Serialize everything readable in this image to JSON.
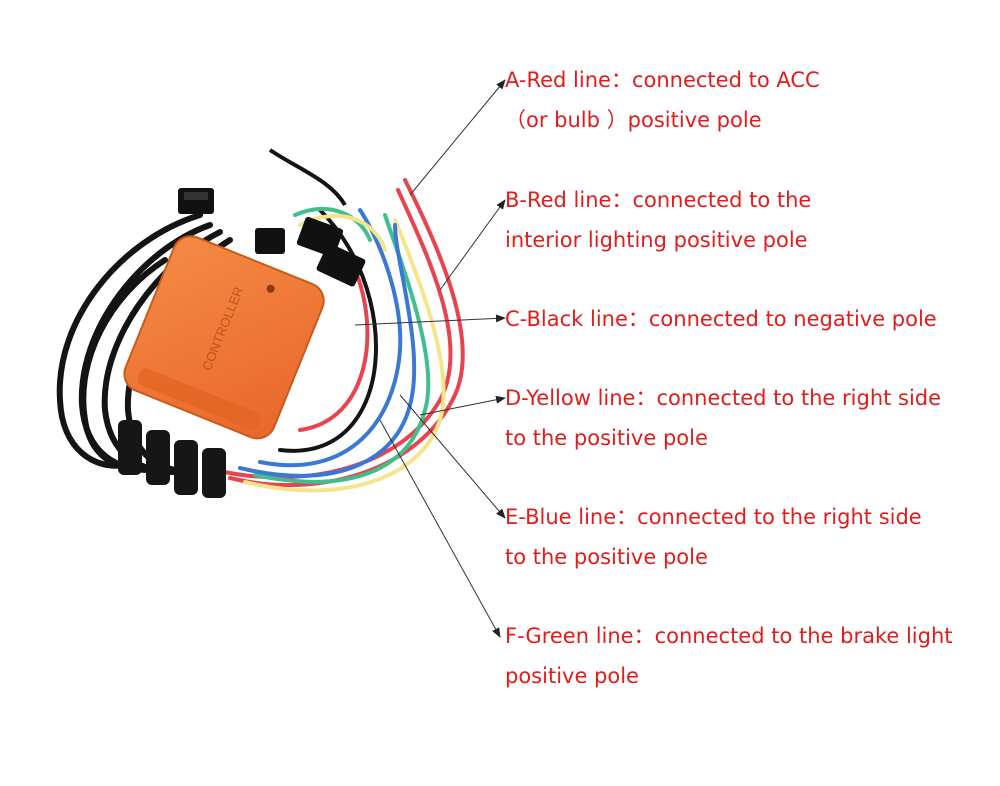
{
  "controller": {
    "case_text": "CONTROLLER",
    "case_color": "#f07a32",
    "wire_colors": {
      "red": "#e8434f",
      "black": "#141414",
      "yellow": "#f4e48a",
      "blue": "#3a78d8",
      "green": "#3fbf8e"
    }
  },
  "annotations": [
    {
      "id": "A",
      "line1": "A-Red line：connected to ACC",
      "line2": "（or bulb ）positive pole"
    },
    {
      "id": "B",
      "line1": "B-Red line：connected to the",
      "line2": " interior lighting positive pole"
    },
    {
      "id": "C",
      "line1": "C-Black line：connected to negative pole",
      "line2": ""
    },
    {
      "id": "D",
      "line1": "D-Yellow line：connected to the right side",
      "line2": "to the positive pole"
    },
    {
      "id": "E",
      "line1": "E-Blue line：connected to the right side",
      "line2": "to the positive pole"
    },
    {
      "id": "F",
      "line1": "F-Green line：connected to the brake light",
      "line2": "positive pole"
    }
  ],
  "text_color": "#e31b1b"
}
